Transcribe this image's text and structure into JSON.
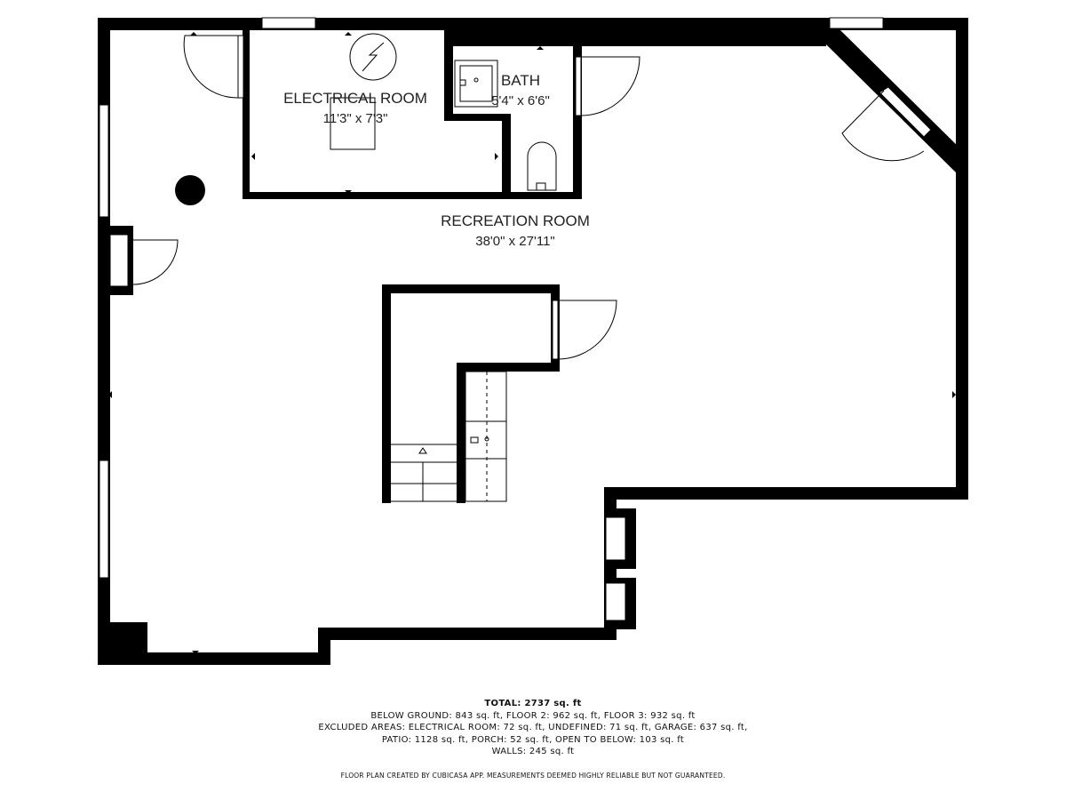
{
  "rooms": {
    "electrical": {
      "name": "ELECTRICAL ROOM",
      "dimensions": "11'3\" x 7'3\""
    },
    "bath": {
      "name": "BATH",
      "dimensions": "5'4\" x 6'6\""
    },
    "recreation": {
      "name": "RECREATION ROOM",
      "dimensions": "38'0\" x 27'11\""
    }
  },
  "summary": {
    "total": "TOTAL: 2737 sq. ft",
    "line1": "BELOW GROUND: 843 sq. ft, FLOOR 2: 962 sq. ft, FLOOR 3: 932 sq. ft",
    "line2": "EXCLUDED AREAS: ELECTRICAL ROOM: 72 sq. ft, UNDEFINED: 71 sq. ft, GARAGE: 637 sq. ft,",
    "line3": "PATIO: 1128 sq. ft, PORCH: 52 sq. ft, OPEN TO BELOW: 103 sq. ft",
    "line4": "WALLS: 245 sq. ft"
  },
  "disclaimer": "FLOOR PLAN CREATED BY CUBICASA APP. MEASUREMENTS DEEMED HIGHLY RELIABLE BUT NOT GUARANTEED."
}
